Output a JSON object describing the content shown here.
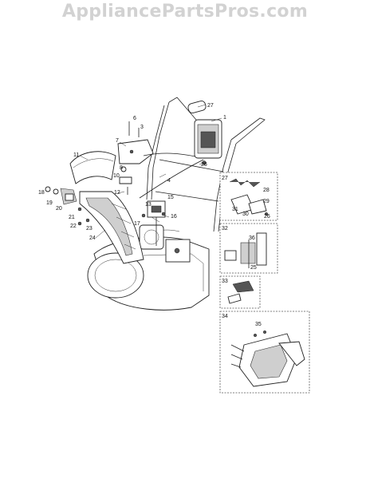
{
  "watermark": "AppliancePartsPros.com",
  "callouts": {
    "c1": "1",
    "c3": "3",
    "c4": "4",
    "c6": "6",
    "c7": "7",
    "c8": "8",
    "c10": "10",
    "c11": "11",
    "c12": "12",
    "c13": "13",
    "c15": "15",
    "c16": "16",
    "c17": "17",
    "c18": "18",
    "c19": "19",
    "c20": "20",
    "c21": "21",
    "c22": "22",
    "c23": "23",
    "c24": "24",
    "c25": "25",
    "c26": "26",
    "c27": "27",
    "c28": "28",
    "c29": "29",
    "c30": "30",
    "c31": "31",
    "c32": "32",
    "c33": "33",
    "c34": "34",
    "c35": "35",
    "c36": "36"
  }
}
